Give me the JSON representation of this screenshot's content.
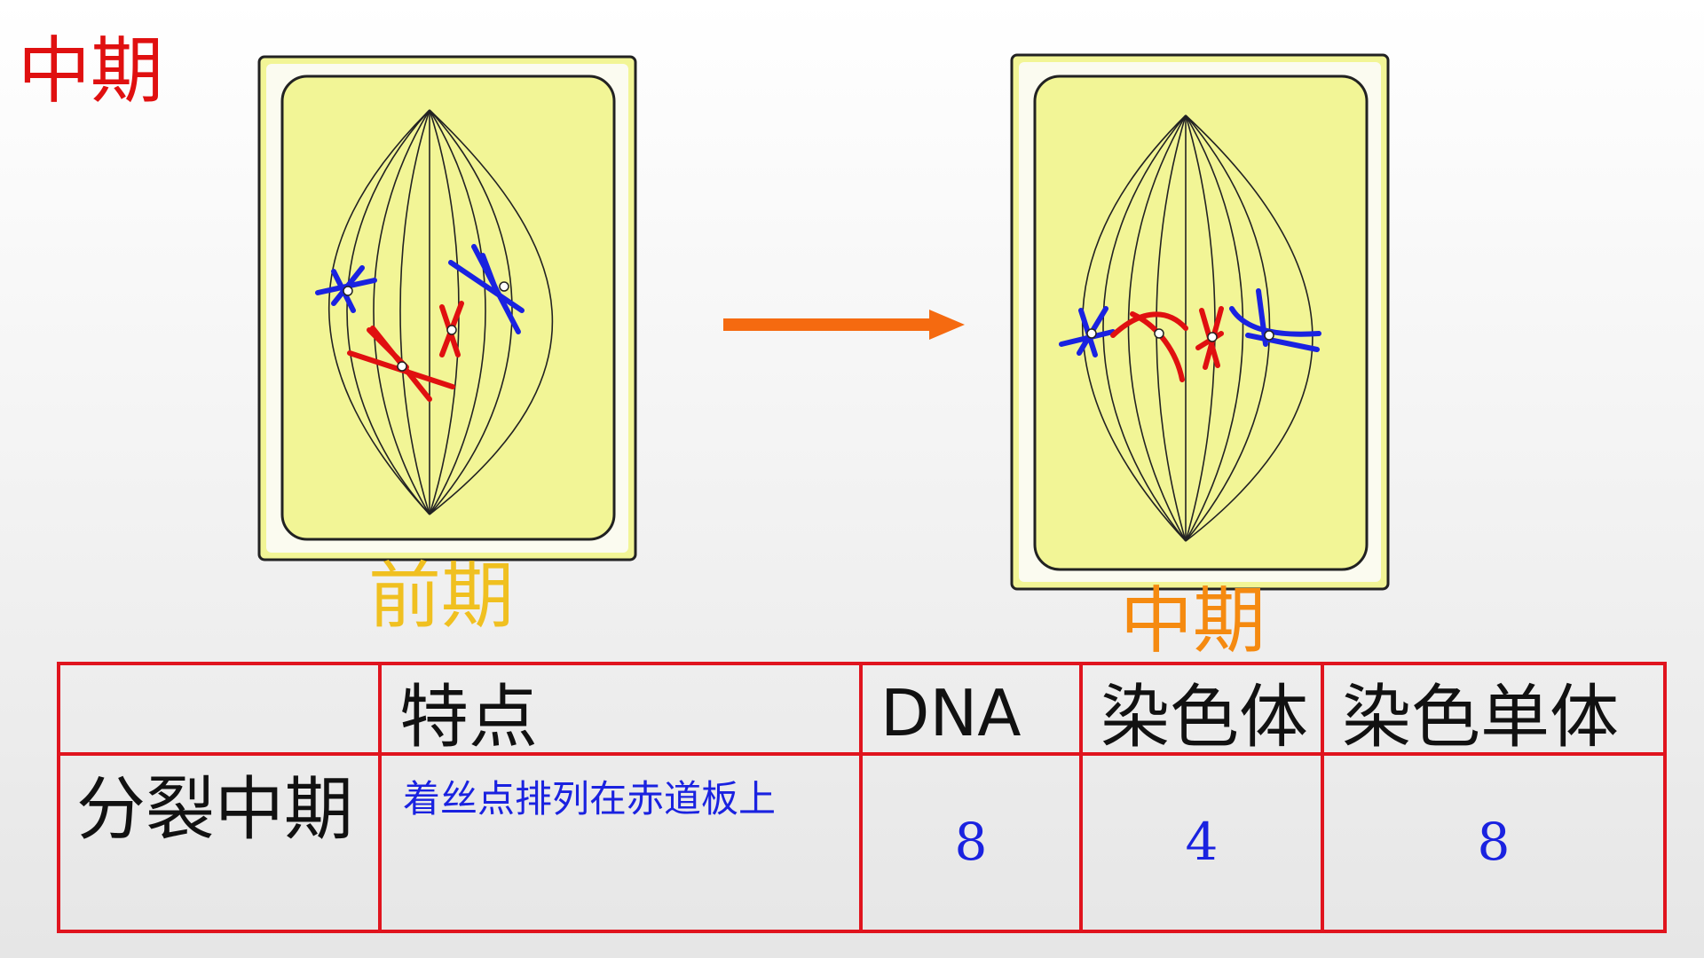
{
  "heading": "中期",
  "figures": {
    "left_caption": "前期",
    "right_caption": "中期",
    "caption_color": "#f0c020",
    "caption_color_right": "#f58a10",
    "arrow_color": "#f56a10",
    "cell_fill": "#f2f596",
    "chromatid_colors": [
      "#e01010",
      "#1a22e0"
    ]
  },
  "table": {
    "headers": [
      "",
      "特点",
      "DNA",
      "染色体",
      "染色单体"
    ],
    "row": {
      "label": "分裂中期",
      "feature": "着丝点排列在赤道板上",
      "dna": "8",
      "chromosomes": "4",
      "chromatids": "8"
    }
  }
}
